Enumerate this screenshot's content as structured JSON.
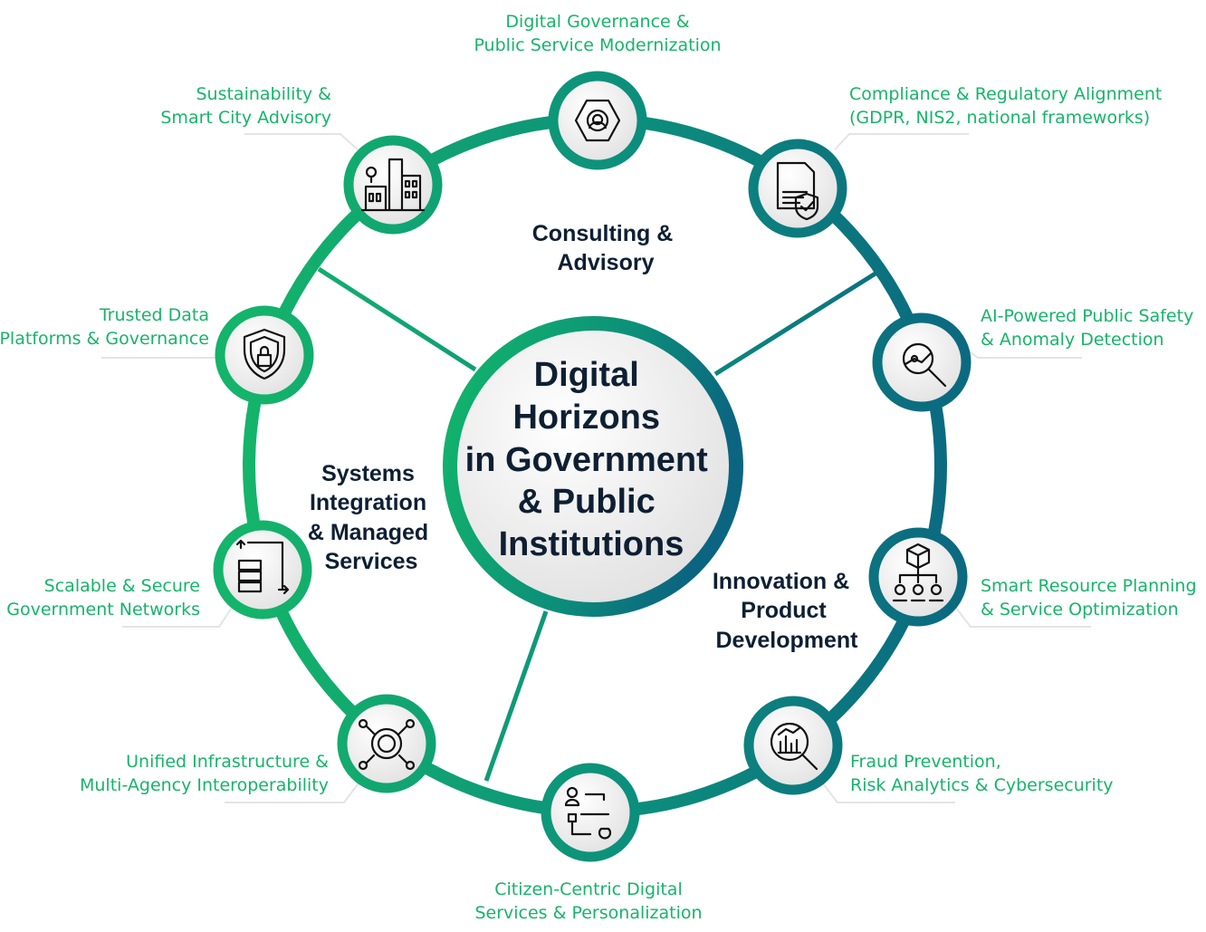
{
  "center": {
    "lines": [
      "Digital",
      "Horizons",
      "in Government",
      "& Public",
      "Institutions"
    ]
  },
  "sections": [
    {
      "lines": [
        "Consulting &",
        "Advisory"
      ]
    },
    {
      "lines": [
        "Systems",
        "Integration",
        "& Managed",
        "Services"
      ]
    },
    {
      "lines": [
        "Innovation &",
        "Product",
        "Development"
      ]
    }
  ],
  "nodes": [
    {
      "icon": "network-people-icon",
      "lines": [
        "Digital Governance &",
        "Public Service Modernization"
      ]
    },
    {
      "icon": "gdpr-document-shield-icon",
      "lines": [
        "Compliance & Regulatory Alignment",
        "(GDPR, NIS2, national frameworks)"
      ]
    },
    {
      "icon": "magnifier-anomaly-icon",
      "lines": [
        "AI-Powered Public Safety",
        "& Anomaly Detection"
      ]
    },
    {
      "icon": "box-distribution-icon",
      "lines": [
        "Smart Resource Planning",
        "& Service Optimization"
      ]
    },
    {
      "icon": "magnifier-chart-icon",
      "lines": [
        "Fraud Prevention,",
        "Risk Analytics & Cybersecurity"
      ]
    },
    {
      "icon": "user-workflow-icon",
      "lines": [
        "Citizen-Centric Digital",
        "Services & Personalization"
      ]
    },
    {
      "icon": "gear-network-icon",
      "lines": [
        "Unified Infrastructure &",
        "Multi-Agency Interoperability"
      ]
    },
    {
      "icon": "server-network-icon",
      "lines": [
        "Scalable & Secure",
        "Government Networks"
      ]
    },
    {
      "icon": "shield-lock-icon",
      "lines": [
        "Trusted Data",
        "Platforms & Governance"
      ]
    },
    {
      "icon": "smart-city-icon",
      "lines": [
        "Sustainability &",
        "Smart City Advisory"
      ]
    }
  ],
  "colors": {
    "green": "#17b46a",
    "teal": "#0b6e80",
    "text": "#0e1f33"
  }
}
